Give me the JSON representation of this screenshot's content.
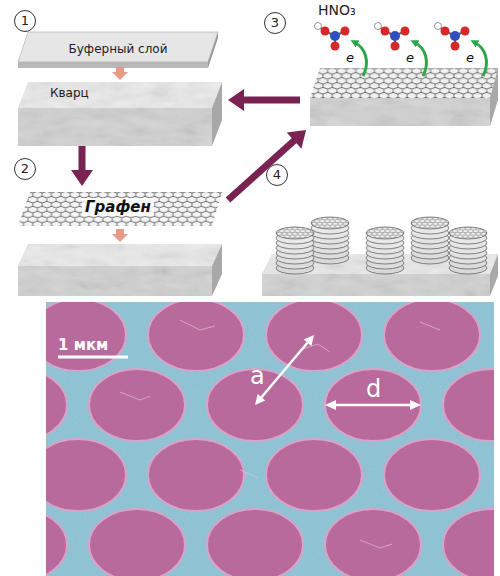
{
  "diagram": {
    "nodes": [
      {
        "text": [
          "1",
          "Буферный слой",
          "Кварц"
        ]
      },
      {
        "text": [
          "2",
          "Графен"
        ]
      },
      {
        "text": [
          "3",
          "HNO₃",
          "e",
          "e",
          "e"
        ]
      },
      {
        "text": [
          "4"
        ]
      }
    ],
    "edges": [
      {
        "from": 0,
        "to": 1,
        "arrow": "to"
      },
      {
        "from": 1,
        "to": 2,
        "arrow": "to"
      },
      {
        "from": 2,
        "to": 0,
        "arrow": "to"
      }
    ],
    "labels": [
      "1 мкм",
      "a",
      "d"
    ]
  }
}
